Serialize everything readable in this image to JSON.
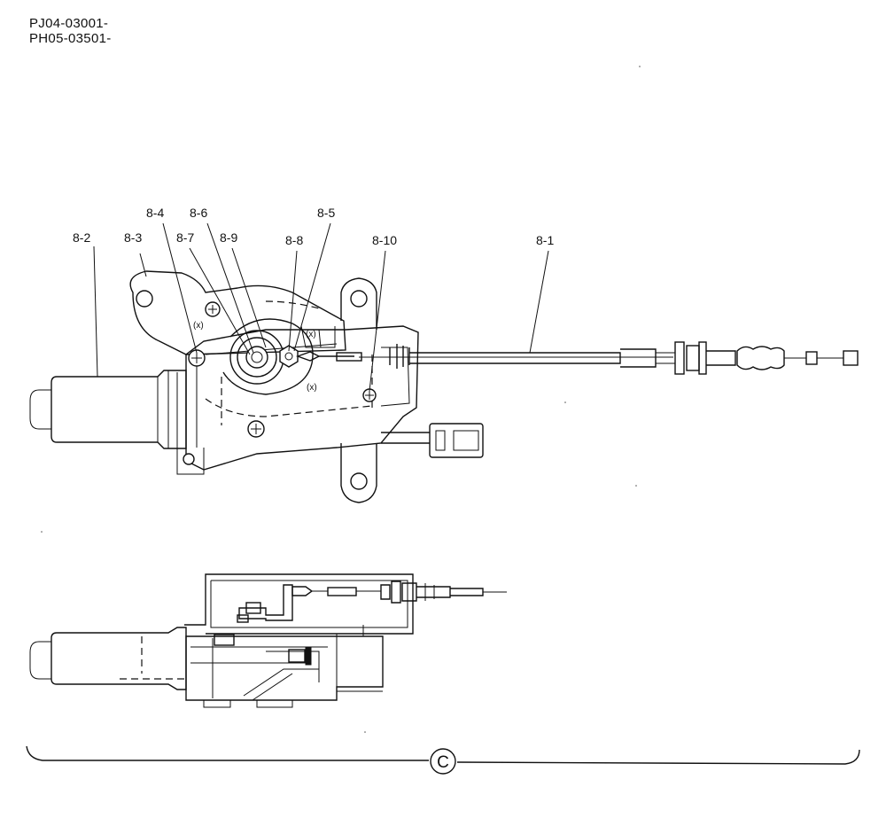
{
  "header": {
    "line1": "PJ04-03001-",
    "line2": "PH05-03501-"
  },
  "callouts": {
    "c8_1": "8-1",
    "c8_2": "8-2",
    "c8_3": "8-3",
    "c8_4": "8-4",
    "c8_5": "8-5",
    "c8_6": "8-6",
    "c8_7": "8-7",
    "c8_8": "8-8",
    "c8_9": "8-9",
    "c8_10": "8-10"
  },
  "section_marker": "C"
}
